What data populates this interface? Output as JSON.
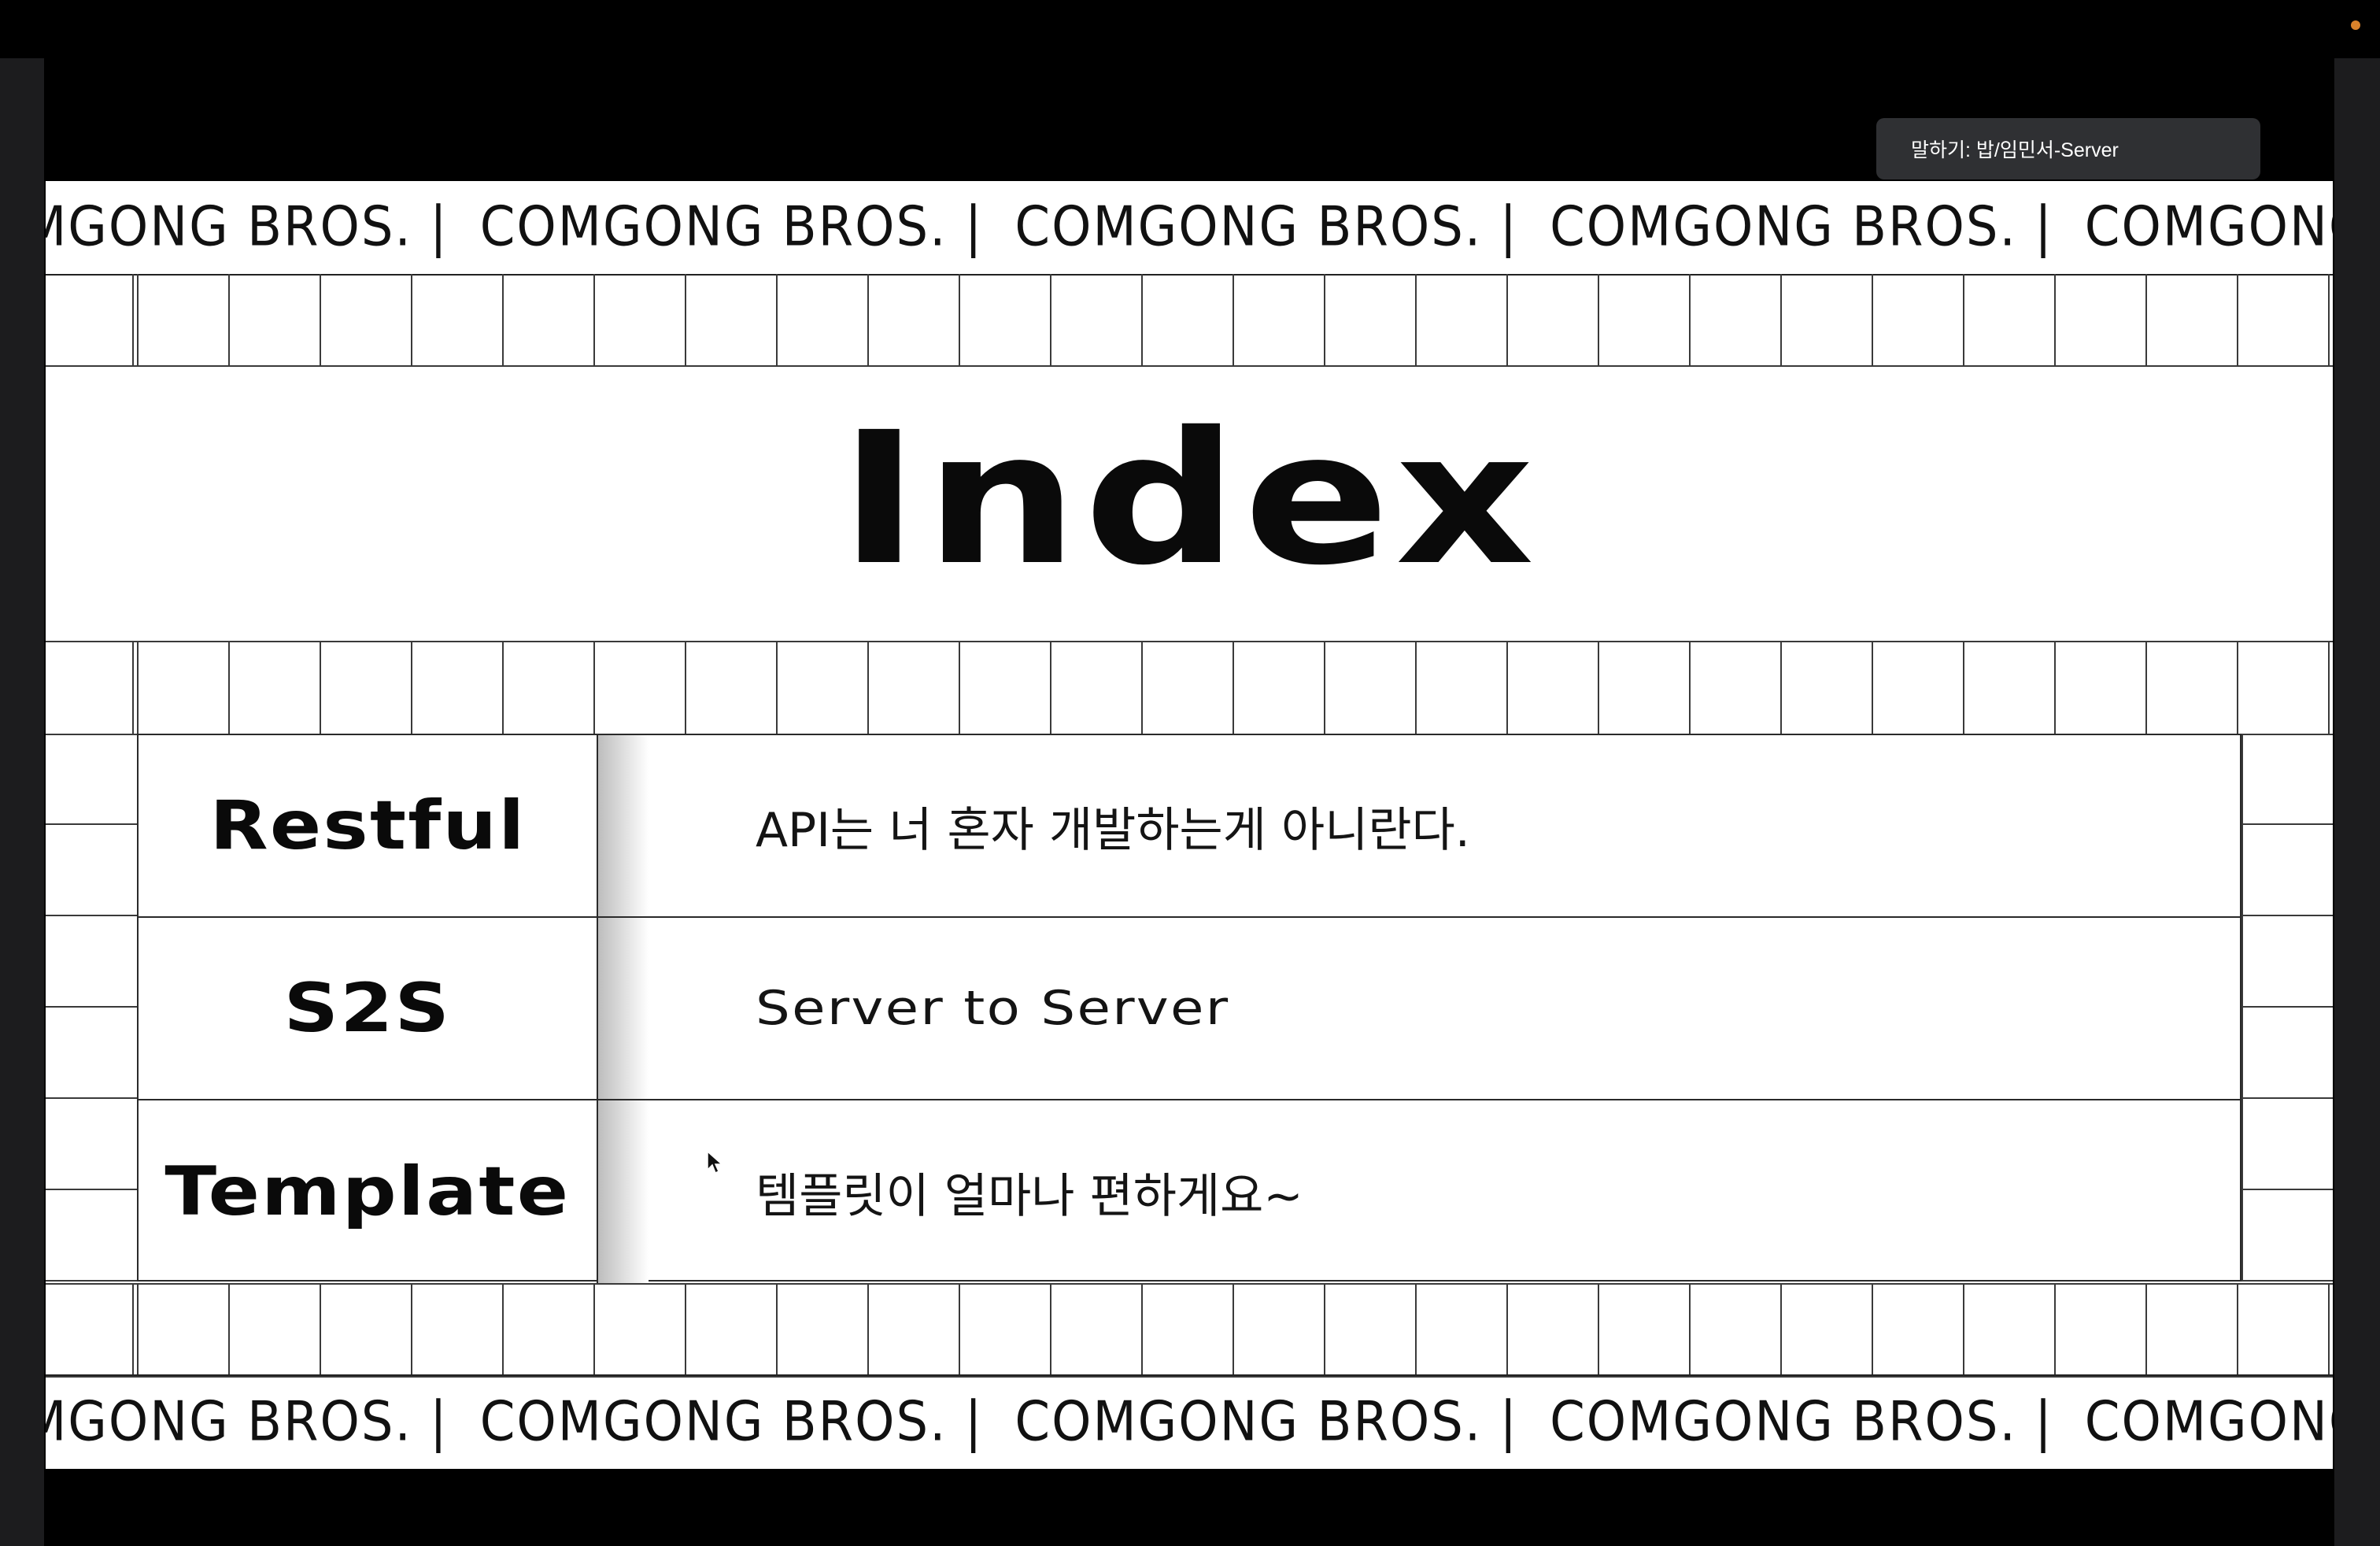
{
  "meeting": {
    "speaker_label": "말하기: 밥/임민서-Server"
  },
  "slide": {
    "marquee_text": "COMGONG BROS.  |",
    "title": "Index",
    "rows": [
      {
        "key": "Restful",
        "value": "API는 너 혼자 개발하는게 아니란다."
      },
      {
        "key": "S2S",
        "value": "Server to Server"
      },
      {
        "key": "Template",
        "value": "템플릿이 얼마나 편하게요~"
      }
    ]
  },
  "colors": {
    "background": "#000000",
    "slide": "#ffffff",
    "text": "#0a0a0a",
    "status_dot": "#d9822b",
    "speaker_chip": "#2f3033"
  },
  "icons": {
    "status": "orange-dot",
    "cursor": "arrow-cursor"
  }
}
